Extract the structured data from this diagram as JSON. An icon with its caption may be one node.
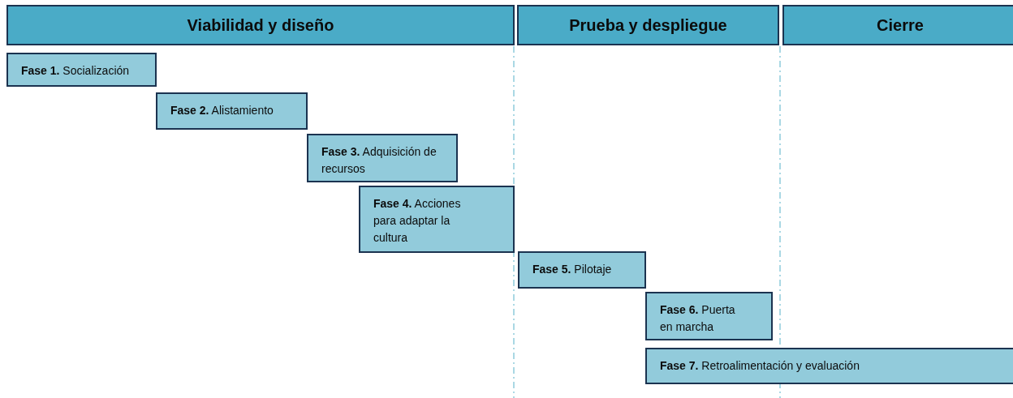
{
  "diagram": {
    "nodes": [
      {
        "text": [
          "Viabilidad y diseño"
        ]
      },
      {
        "text": [
          "Prueba y despliegue"
        ]
      },
      {
        "text": [
          "Cierre"
        ]
      },
      {
        "text": [
          "**Fase 1.** Socialización"
        ]
      },
      {
        "text": [
          "**Fase 2.** Alistamiento"
        ]
      },
      {
        "text": [
          "**Fase 3.** Adquisición de recursos"
        ]
      },
      {
        "text": [
          "**Fase 4.** Acciones para adaptar la cultura"
        ]
      },
      {
        "text": [
          "**Fase 5.** Pilotaje"
        ]
      },
      {
        "text": [
          "**Fase 6.** Puerta en marcha"
        ]
      },
      {
        "text": [
          "**Fase 7.** Retroalimentación y evaluación"
        ]
      }
    ]
  }
}
